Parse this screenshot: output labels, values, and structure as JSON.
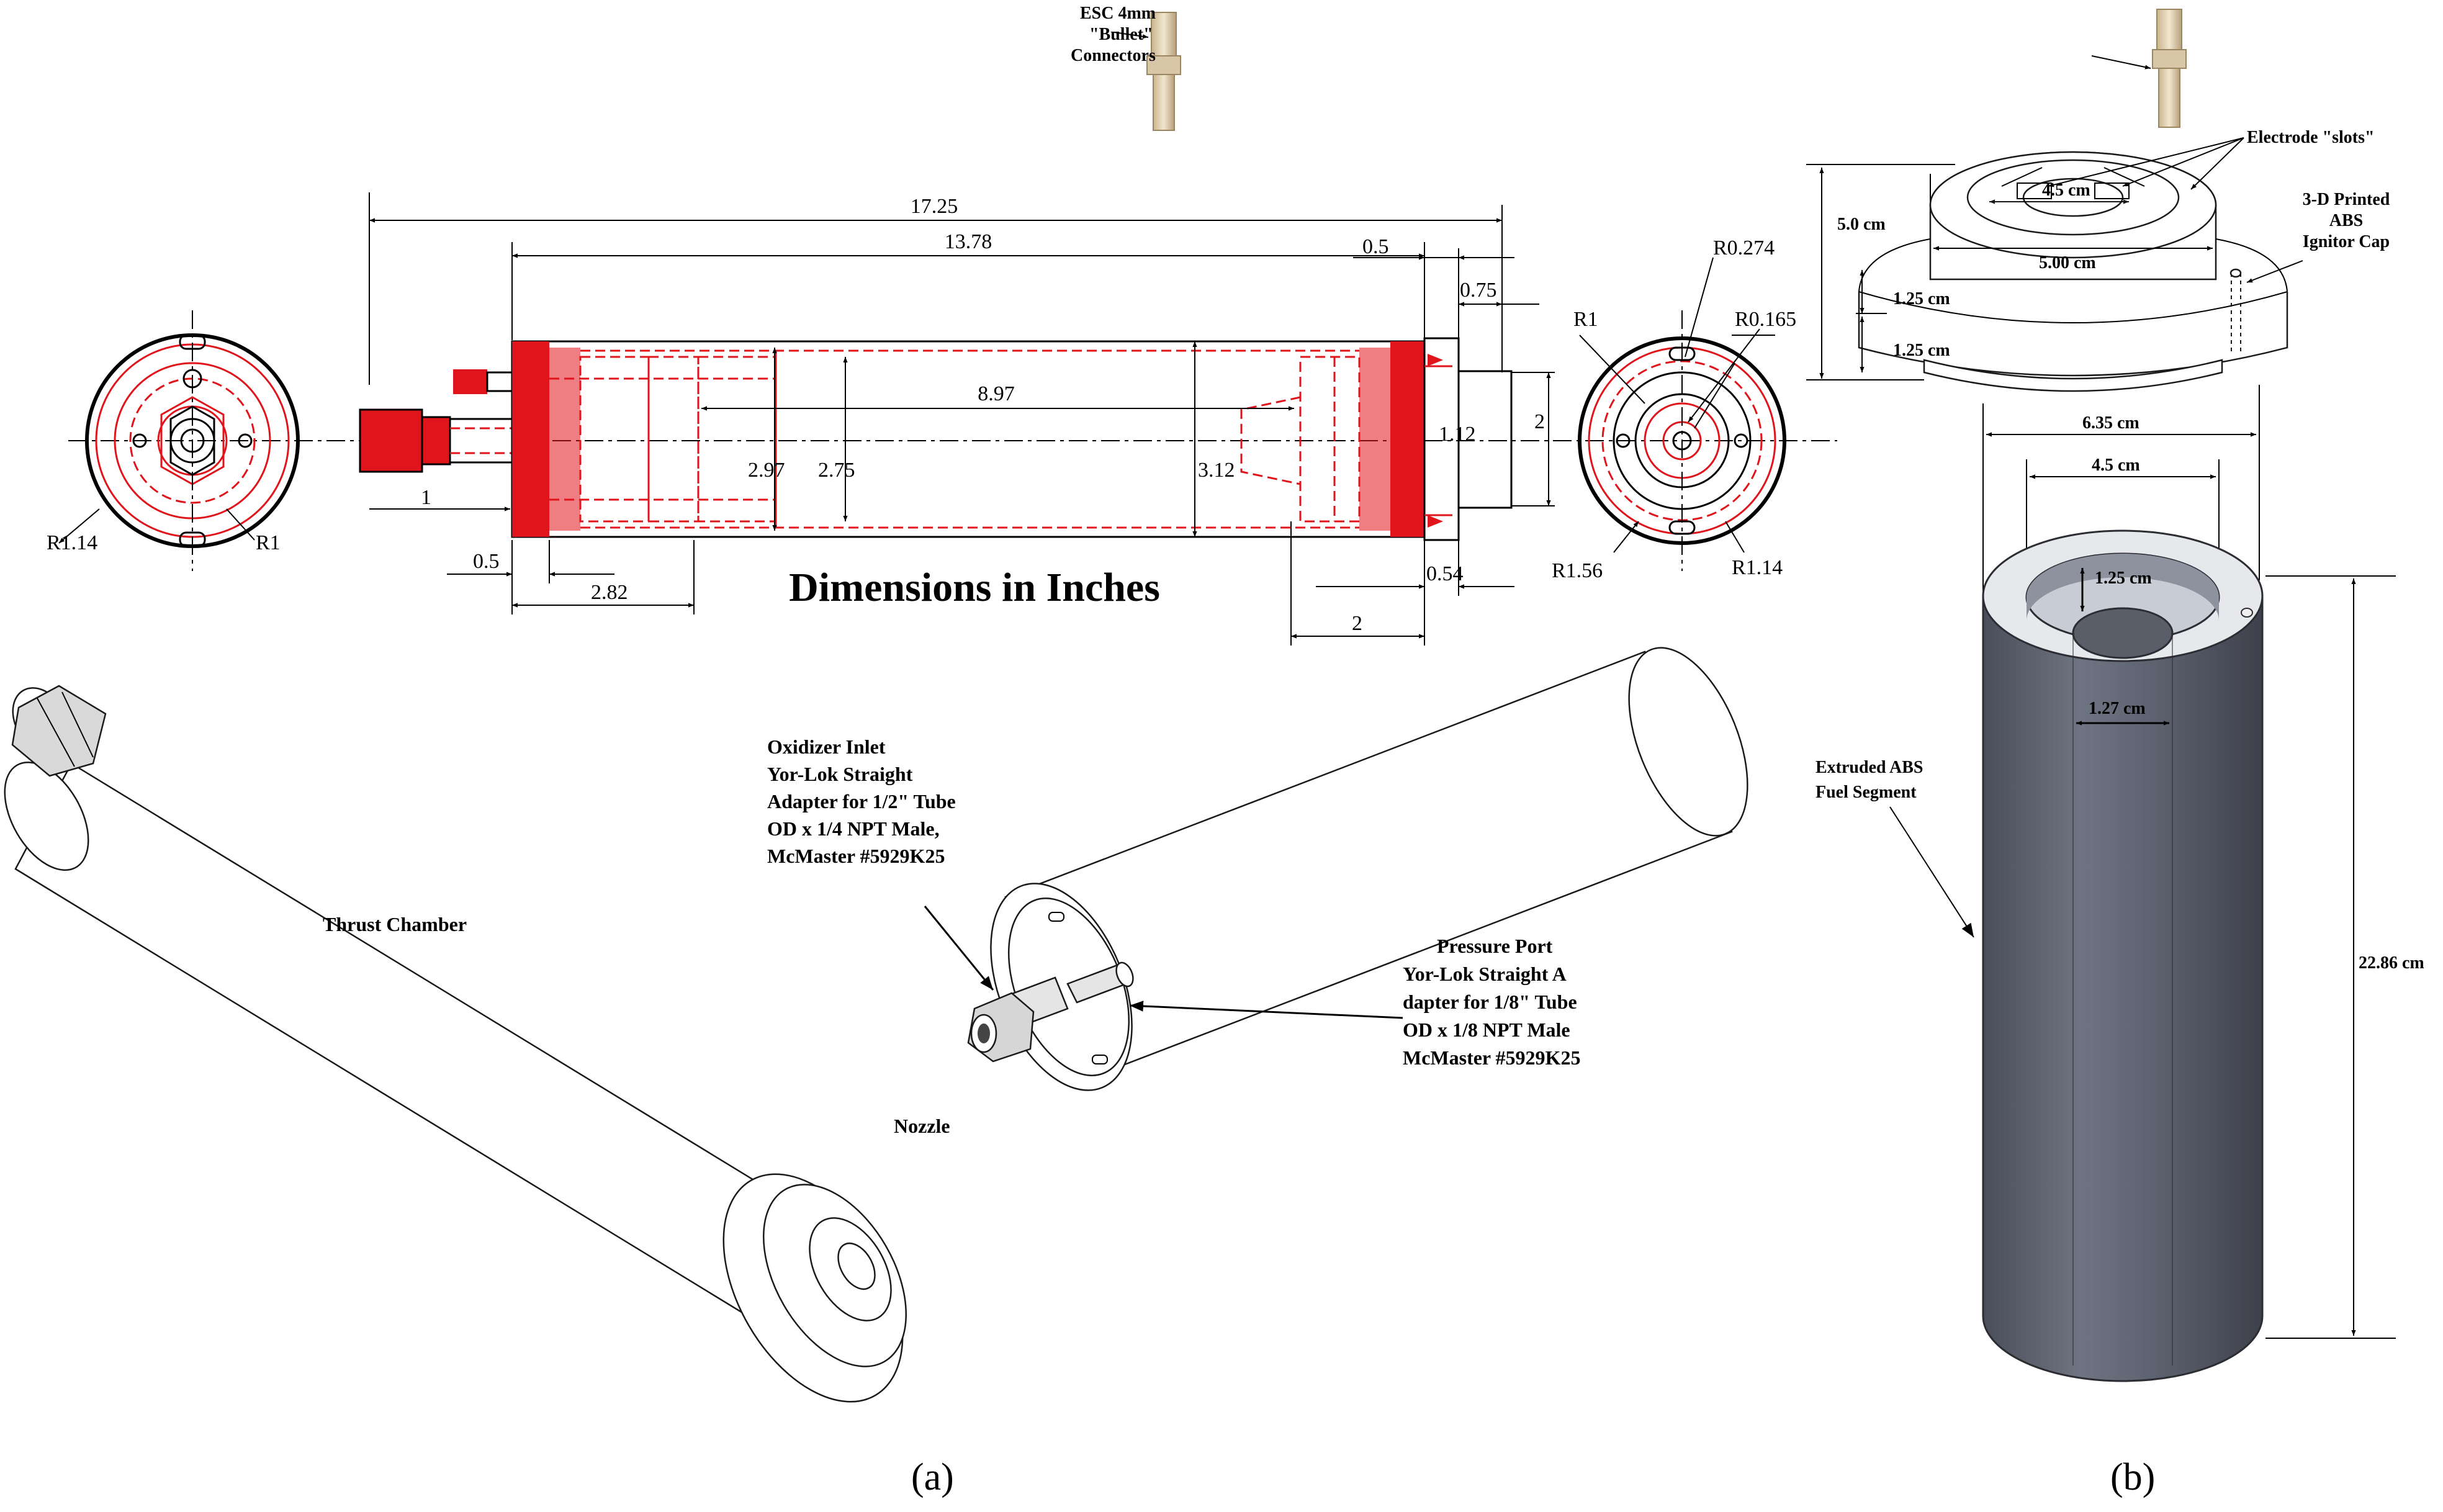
{
  "panel_a": {
    "label": "(a)",
    "title": "Dimensions in Inches",
    "dimensions": {
      "overall_length": "17.25",
      "body_length": "13.78",
      "inner_length": "8.97",
      "end_cap": "0.5",
      "nozzle_len": "0.75",
      "r_0274": "R0.274",
      "r_0165": "R0.165",
      "r1_right": "R1",
      "r156": "R1.56",
      "r114_right": "R1.14",
      "r114_left": "R1.14",
      "r1_left": "R1",
      "d297": "2.97",
      "d275": "2.75",
      "d312": "3.12",
      "d112": "1.12",
      "d2_right": "2",
      "d1": "1",
      "d05_bottom": "0.5",
      "d282": "2.82",
      "d054": "0.54",
      "d2_bottom": "2"
    },
    "callouts": {
      "thrust_chamber": "Thrust Chamber",
      "nozzle": "Nozzle",
      "oxidizer": [
        "Oxidizer Inlet",
        "Yor-Lok Straight",
        "Adapter for 1/2\" Tube",
        "OD x 1/4 NPT Male,",
        "McMaster #5929K25"
      ],
      "pressure": [
        "Pressure Port",
        "Yor-Lok Straight A",
        "dapter for 1/8\" Tube",
        "OD x 1/8 NPT Male",
        "McMaster #5929K25"
      ]
    }
  },
  "panel_b": {
    "label": "(b)",
    "callouts": {
      "esc": [
        "ESC 4mm",
        "\"Bullet\"",
        "Connectors"
      ],
      "electrode": "Electrode \"slots\"",
      "ignitor": [
        "3-D Printed",
        "ABS",
        "Ignitor Cap"
      ],
      "fuel": [
        "Extruded ABS",
        "Fuel Segment"
      ]
    },
    "dimensions": {
      "cap_height": "5.0 cm",
      "slot_width": "4.5 cm",
      "cap_inner": "5.00 cm",
      "step1": "1.25 cm",
      "step2": "1.25 cm",
      "outer_dia": "6.35 cm",
      "inner_dia": "4.5 cm",
      "recess": "1.25 cm",
      "port_dia": "1.27 cm",
      "length": "22.86 cm"
    }
  },
  "colors": {
    "cad_red": "#e0141b",
    "fuel_grey": "#5c6170",
    "line": "#000000"
  }
}
